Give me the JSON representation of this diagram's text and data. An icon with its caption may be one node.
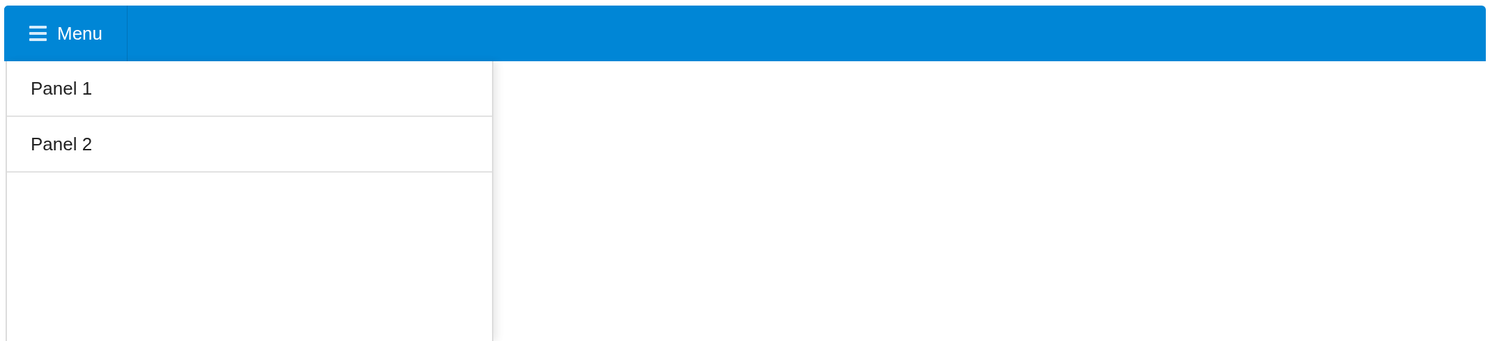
{
  "diagram": {
    "nodes": [
      {
        "text": [
          "Menu"
        ]
      },
      {
        "text": [],
        "shape": "box"
      },
      {
        "text": [
          "Panel 1"
        ],
        "in": 1
      },
      {
        "text": [
          "Panel 2"
        ],
        "in": 1
      }
    ]
  }
}
